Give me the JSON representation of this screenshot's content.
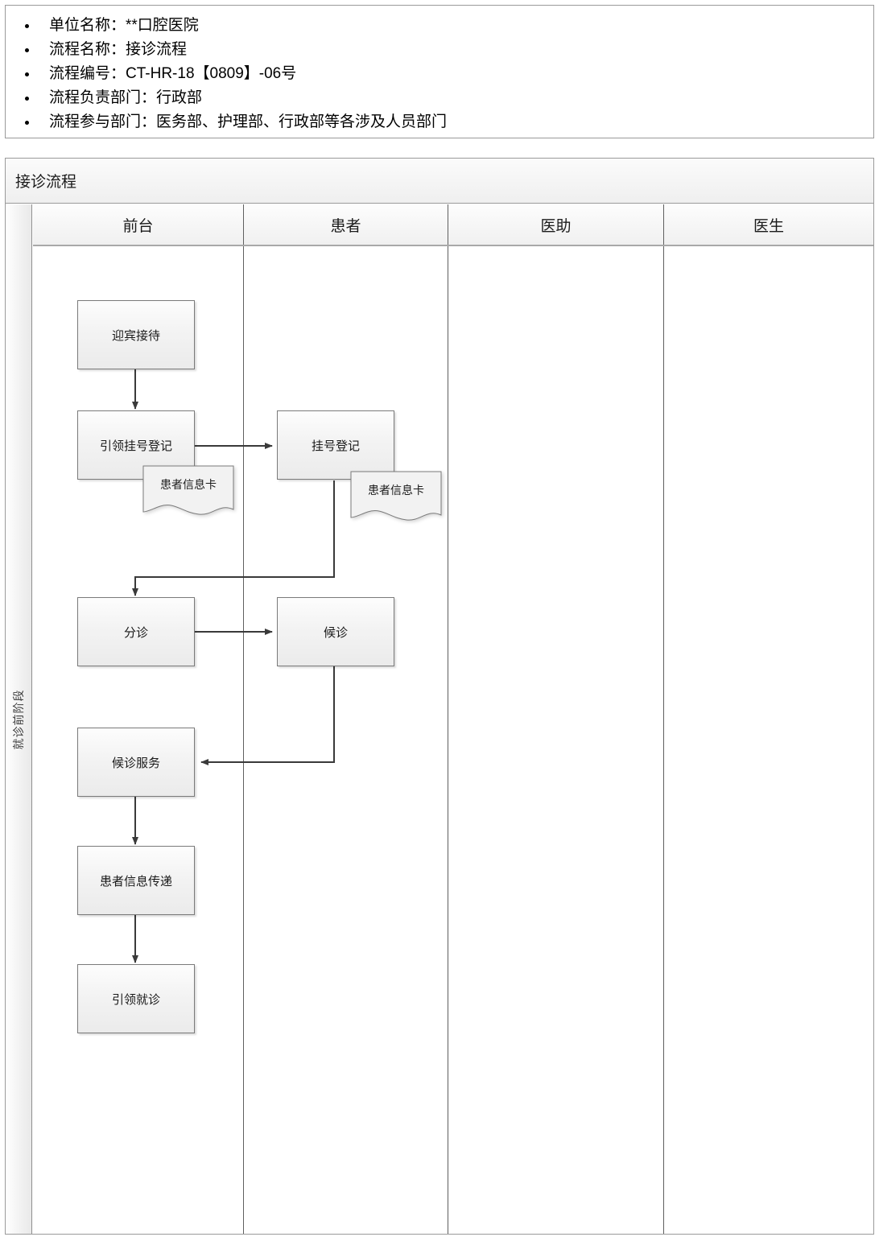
{
  "meta_list": [
    "单位名称：**口腔医院",
    "流程名称：接诊流程",
    "流程编号：CT-HR-18【0809】-06号",
    "流程负责部门：行政部",
    "流程参与部门：医务部、护理部、行政部等各涉及人员部门"
  ],
  "flow": {
    "title": "接诊流程",
    "phase_label": "就诊前阶段",
    "lanes": [
      {
        "label": "前台"
      },
      {
        "label": "患者"
      },
      {
        "label": "医助"
      },
      {
        "label": "医生"
      }
    ],
    "nodes": [
      {
        "id": "n1",
        "label": "迎宾接待",
        "lane": "前台"
      },
      {
        "id": "n2",
        "label": "引领挂号登记",
        "lane": "前台"
      },
      {
        "id": "n3",
        "label": "挂号登记",
        "lane": "患者"
      },
      {
        "id": "n4",
        "label": "分诊",
        "lane": "前台"
      },
      {
        "id": "n5",
        "label": "候诊",
        "lane": "患者"
      },
      {
        "id": "n6",
        "label": "候诊服务",
        "lane": "前台"
      },
      {
        "id": "n7",
        "label": "患者信息传递",
        "lane": "前台"
      },
      {
        "id": "n8",
        "label": "引领就诊",
        "lane": "前台"
      }
    ],
    "documents": [
      {
        "id": "d1",
        "label": "患者信息卡",
        "attached_to": "n2"
      },
      {
        "id": "d2",
        "label": "患者信息卡",
        "attached_to": "n3"
      }
    ],
    "edges": [
      {
        "from": "n1",
        "to": "n2"
      },
      {
        "from": "n2",
        "to": "n3"
      },
      {
        "from": "n3",
        "to": "n4"
      },
      {
        "from": "n4",
        "to": "n5"
      },
      {
        "from": "n5",
        "to": "n6"
      },
      {
        "from": "n6",
        "to": "n7"
      },
      {
        "from": "n7",
        "to": "n8"
      }
    ]
  },
  "colors": {
    "node_border": "#7a7a7a",
    "node_fill": "#f2f2f2",
    "connector": "#3a3a3a",
    "table_border": "#9a9a9a",
    "text": "#1a1a1a"
  }
}
